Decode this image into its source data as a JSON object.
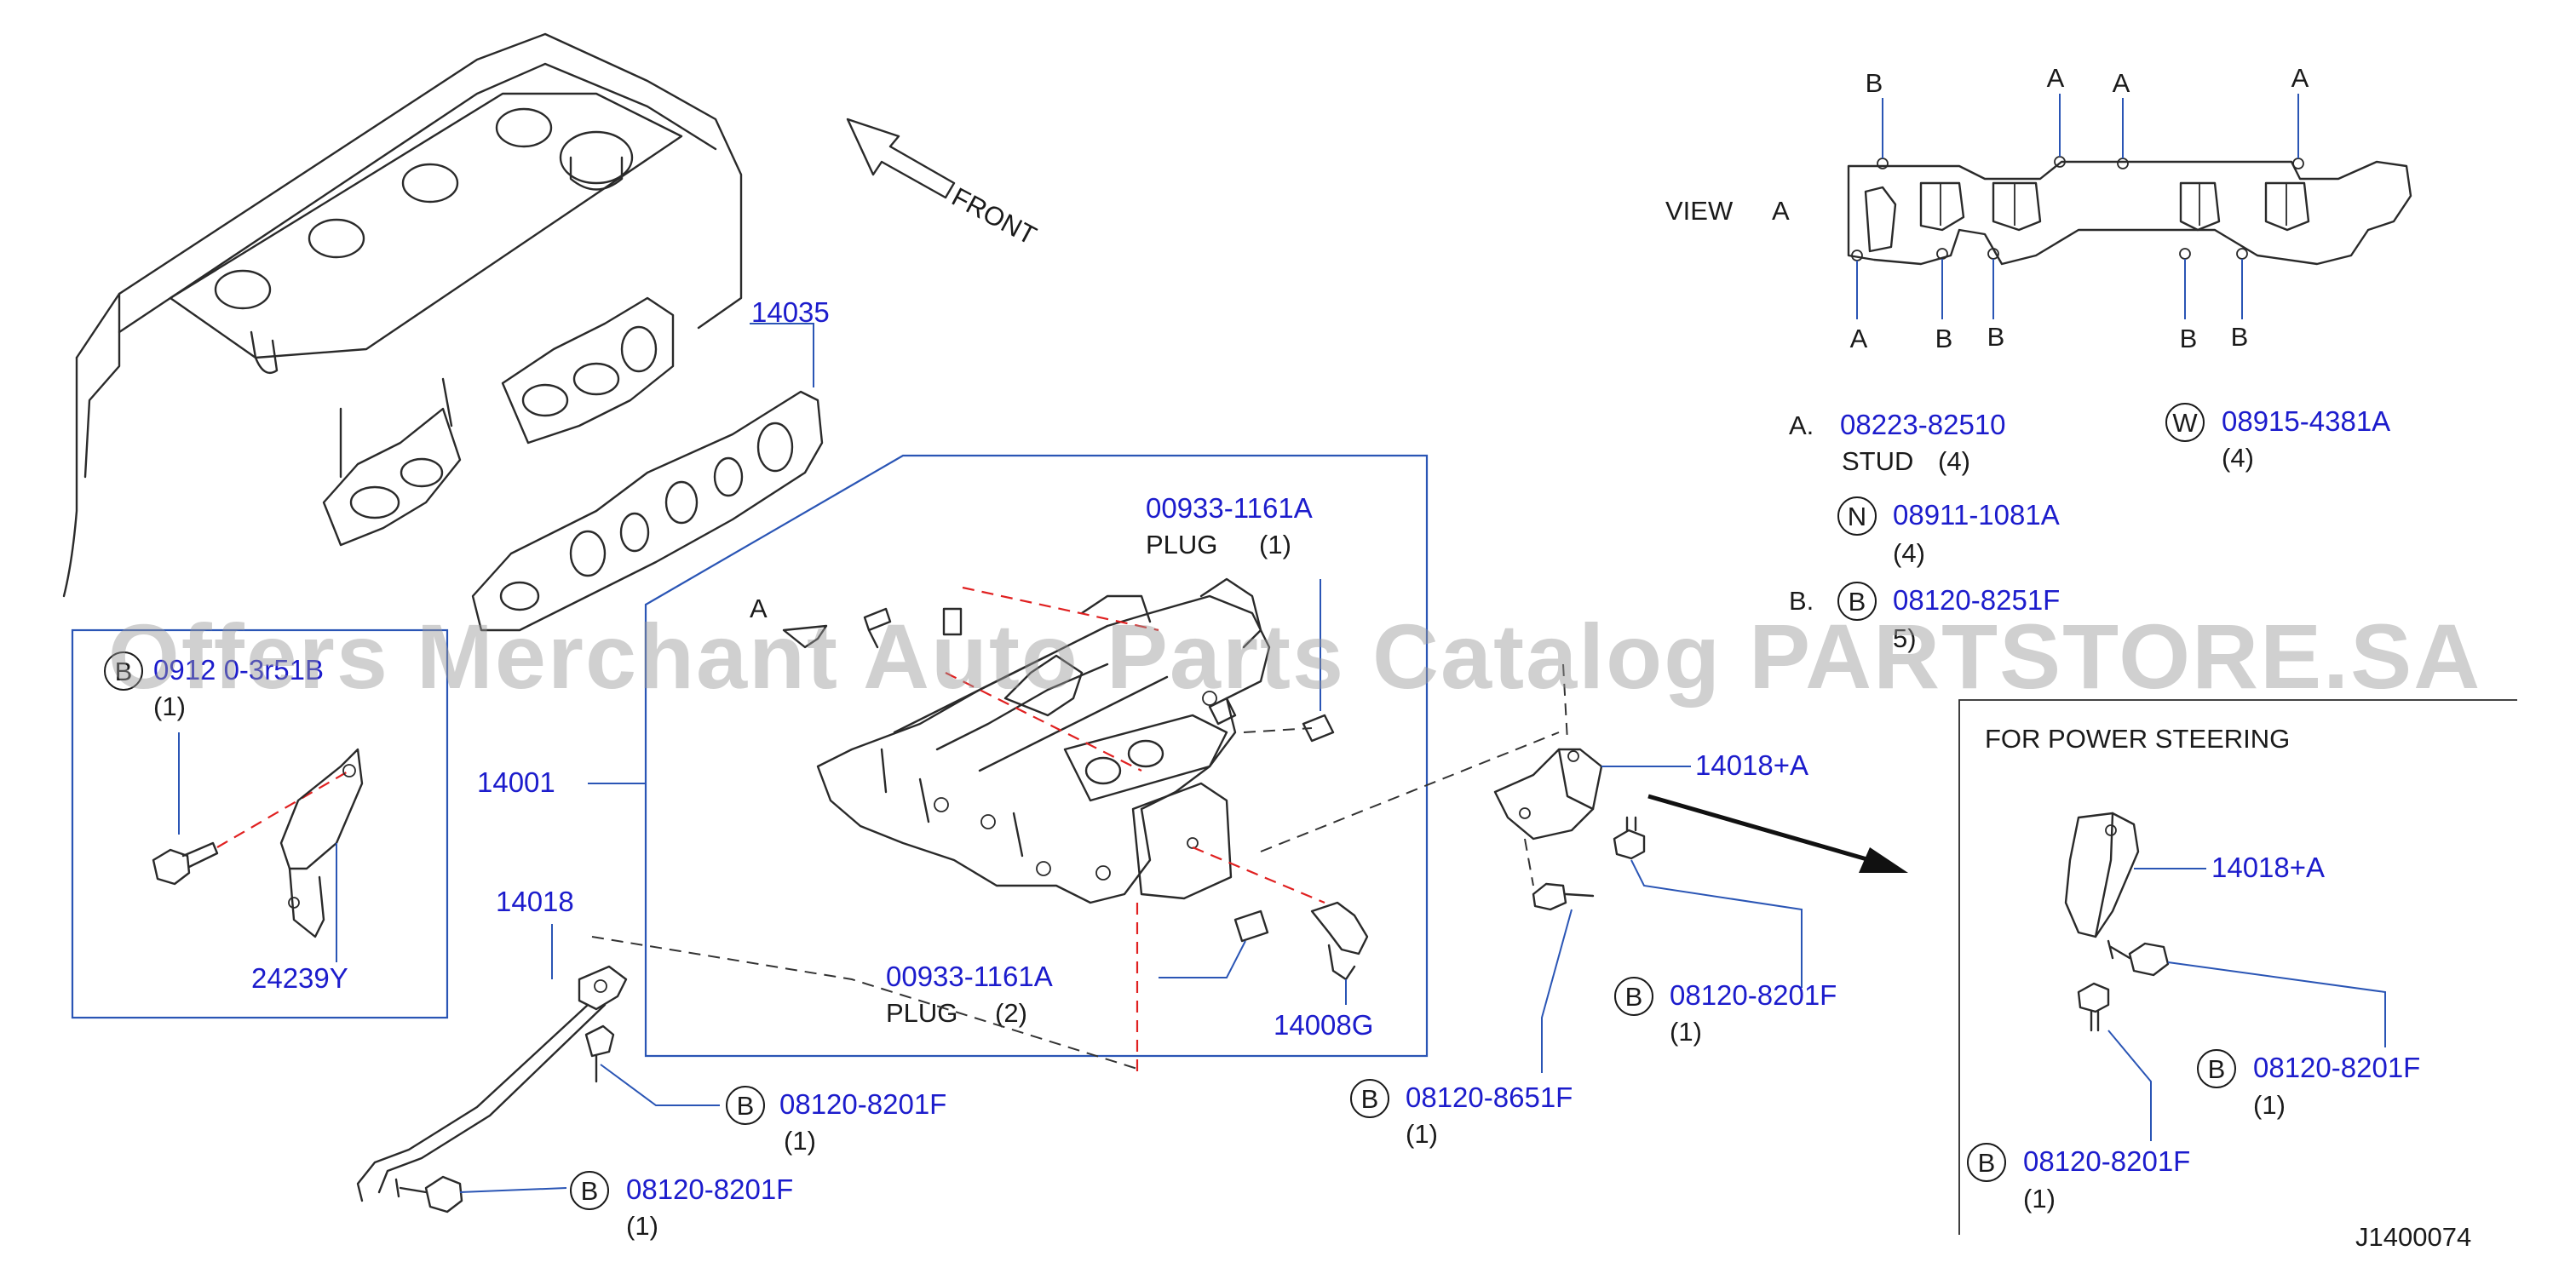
{
  "watermark": "Offers Merchant Auto Parts Catalog PARTSTORE.SA",
  "diagram_code": "J1400074",
  "front_label": "FRONT",
  "view": {
    "title": "VIEW",
    "title_letter": "A",
    "top_labels": [
      "B",
      "A",
      "A",
      "A"
    ],
    "bottom_labels": [
      "A",
      "B",
      "B",
      "B",
      "B"
    ],
    "legend": {
      "a_key": "A.",
      "a_part": "08223-82510",
      "a_name": "STUD",
      "a_qty": "(4)",
      "n_symbol": "N",
      "n_part": "08911-1081A",
      "n_qty": "(4)",
      "w_symbol": "W",
      "w_part": "08915-4381A",
      "w_qty": "(4)",
      "b_key": "B.",
      "b_symbol": "B",
      "b_part": "08120-8251F",
      "b_qty": "5)"
    }
  },
  "parts": {
    "gasket": "14035",
    "manifold": "14001",
    "stay": "14018",
    "bracket_a": "14018+A",
    "hose": "14008G",
    "plug_top_part": "00933-1161A",
    "plug_top_name": "PLUG",
    "plug_top_qty": "(1)",
    "plug_bottom_part": "00933-1161A",
    "plug_bottom_name": "PLUG",
    "plug_bottom_qty": "(2)",
    "arrow_a": "A"
  },
  "left_box": {
    "bolt_symbol": "B",
    "bolt_part": "0912 0-3r51B",
    "bolt_qty": "(1)",
    "bracket": "24239Y"
  },
  "bolts": {
    "stay_upper_symbol": "B",
    "stay_upper_part": "08120-8201F",
    "stay_upper_qty": "(1)",
    "stay_lower_symbol": "B",
    "stay_lower_part": "08120-8201F",
    "stay_lower_qty": "(1)",
    "bracket_right_symbol": "B",
    "bracket_right_part": "08120-8201F",
    "bracket_right_qty": "(1)",
    "bracket_long_symbol": "B",
    "bracket_long_part": "08120-8651F",
    "bracket_long_qty": "(1)"
  },
  "power_steering": {
    "title": "FOR   POWER   STEERING",
    "bracket": "14018+A",
    "bolt_upper_symbol": "B",
    "bolt_upper_part": "08120-8201F",
    "bolt_upper_qty": "(1)",
    "bolt_lower_symbol": "B",
    "bolt_lower_part": "08120-8201F",
    "bolt_lower_qty": "(1)"
  }
}
